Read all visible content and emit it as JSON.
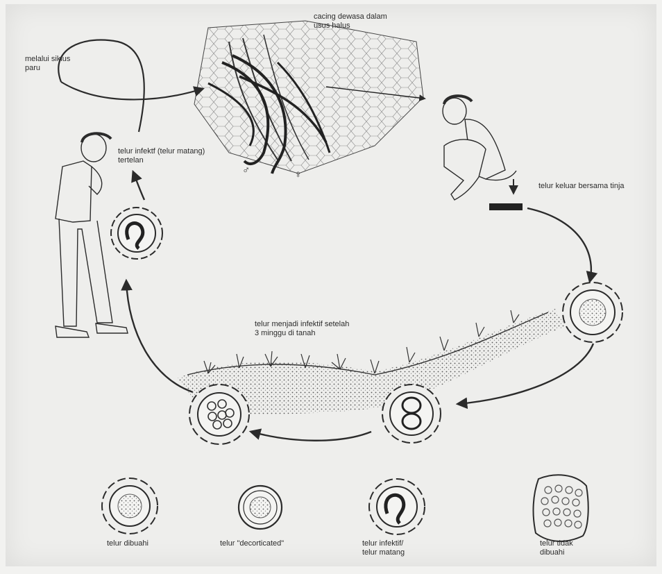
{
  "labels": {
    "adult_worms": [
      "cacing dewasa dalam",
      "usus halus"
    ],
    "lung_cycle": [
      "melalui siklus",
      "paru"
    ],
    "ingested": [
      "telur infektf (telur matang)",
      "tertelan"
    ],
    "egg_out": "telur keluar bersama tinja",
    "infective_soil": [
      "telur menjadi infektif setelah",
      "3 minggu di tanah"
    ],
    "male_symbol": "♂",
    "female_symbol": "♀"
  },
  "legend": [
    {
      "lines": [
        "telur dibuahi"
      ]
    },
    {
      "lines": [
        "telur  \"decorticated\""
      ]
    },
    {
      "lines": [
        "telur infektif/",
        "telur matang"
      ]
    },
    {
      "lines": [
        "telur tidak",
        "dibuahi"
      ]
    }
  ],
  "colors": {
    "ink": "#2b2b2b",
    "paper": "#eeeeec"
  }
}
